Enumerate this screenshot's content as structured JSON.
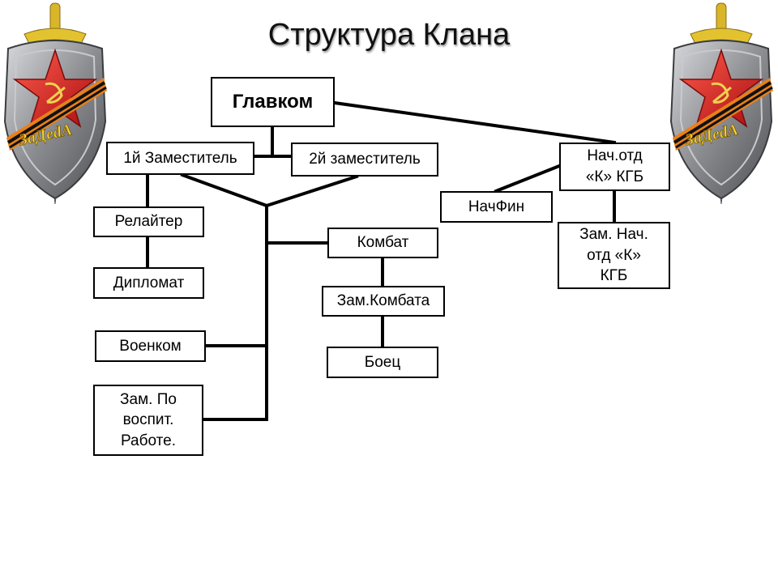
{
  "title": "Структура Клана",
  "emblem_text": "ЗаДеdA",
  "nodes": {
    "glavkom": "Главком",
    "deputy1": "1й Заместитель",
    "deputy2": "2й заместитель",
    "kgb_head": "Нач.отд\n«К» КГБ",
    "nachfin": "НачФин",
    "kgb_deputy": "Зам. Нач.\nотд «К»\nКГБ",
    "realtor": "Релайтер",
    "diplomat": "Дипломат",
    "kombat": "Комбат",
    "zam_kombata": "Зам.Комбата",
    "boets": "Боец",
    "voenkom": "Военком",
    "zam_vospit": "Зам. По\nвоспит.\nРаботе."
  },
  "colors": {
    "line": "#000000",
    "star": "#d42121",
    "shield": "#8a8c90",
    "ribbon_orange": "#e8801a",
    "gold": "#e3c230"
  }
}
